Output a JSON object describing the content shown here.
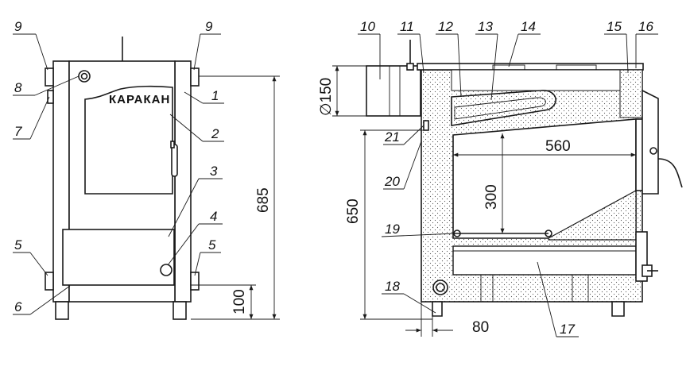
{
  "brand": "КАРАКАН",
  "colors": {
    "line": "#1a1a1a",
    "insulation": "#d8d8d8",
    "background": "#ffffff"
  },
  "dimensions": {
    "height_total": "685",
    "height_legs": "100",
    "height_side": "650",
    "flue_diameter": "∅150",
    "chamber_height": "300",
    "chamber_depth": "560",
    "leg_offset": "80"
  },
  "front_view_labels": {
    "l1": "1",
    "l2": "2",
    "l3": "3",
    "l4": "4",
    "l5a": "5",
    "l5b": "5",
    "l6": "6",
    "l7": "7",
    "l8": "8",
    "l9a": "9",
    "l9b": "9"
  },
  "side_view_labels": {
    "l10": "10",
    "l11": "11",
    "l12": "12",
    "l13": "13",
    "l14": "14",
    "l15": "15",
    "l16": "16",
    "l17": "17",
    "l18": "18",
    "l19": "19",
    "l20": "20",
    "l21": "21"
  }
}
